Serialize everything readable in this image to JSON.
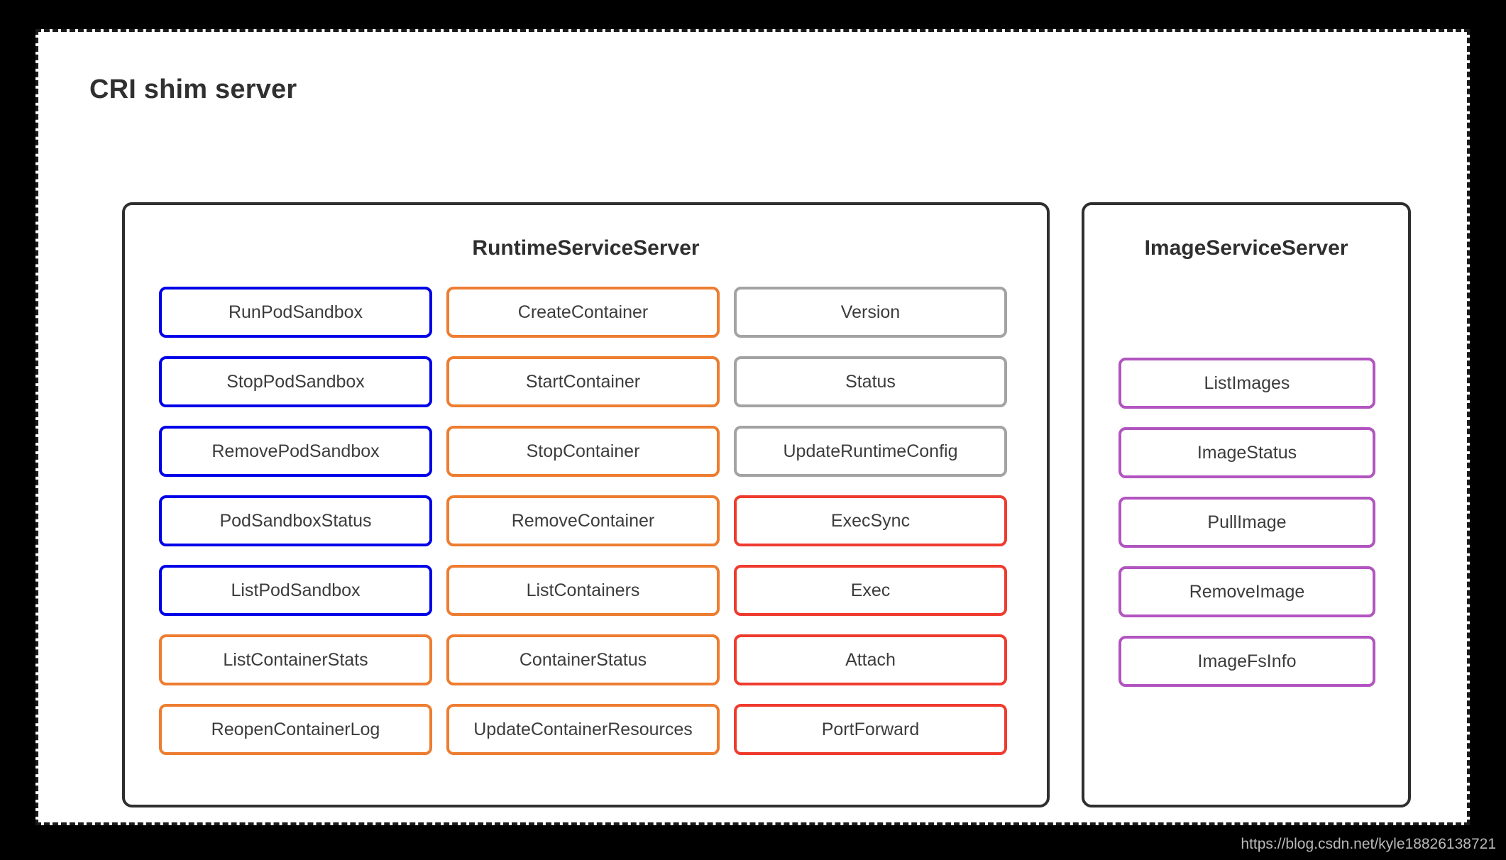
{
  "page": {
    "title": "CRI shim server",
    "background_color": "#000000",
    "card_background": "#ffffff",
    "watermark": "https://blog.csdn.net/kyle18826138721"
  },
  "colors": {
    "blue": "#0000e8",
    "orange": "#ed7d31",
    "gray": "#a3a3a3",
    "red": "#ee3b2e",
    "purple": "#b255c0",
    "panel_border": "#2f2f2f",
    "text": "#3c3c3c"
  },
  "panels": [
    {
      "id": "runtime-service-server",
      "title": "RuntimeServiceServer",
      "columns": [
        {
          "id": "column-1",
          "nodes": [
            {
              "label": "RunPodSandbox",
              "color": "blue"
            },
            {
              "label": "StopPodSandbox",
              "color": "blue"
            },
            {
              "label": "RemovePodSandbox",
              "color": "blue"
            },
            {
              "label": "PodSandboxStatus",
              "color": "blue"
            },
            {
              "label": "ListPodSandbox",
              "color": "blue"
            },
            {
              "label": "ListContainerStats",
              "color": "orange"
            },
            {
              "label": "ReopenContainerLog",
              "color": "orange"
            }
          ]
        },
        {
          "id": "column-2",
          "nodes": [
            {
              "label": "CreateContainer",
              "color": "orange"
            },
            {
              "label": "StartContainer",
              "color": "orange"
            },
            {
              "label": "StopContainer",
              "color": "orange"
            },
            {
              "label": "RemoveContainer",
              "color": "orange"
            },
            {
              "label": "ListContainers",
              "color": "orange"
            },
            {
              "label": "ContainerStatus",
              "color": "orange"
            },
            {
              "label": "UpdateContainerResources",
              "color": "orange"
            }
          ]
        },
        {
          "id": "column-3",
          "nodes": [
            {
              "label": "Version",
              "color": "gray"
            },
            {
              "label": "Status",
              "color": "gray"
            },
            {
              "label": "UpdateRuntimeConfig",
              "color": "gray"
            },
            {
              "label": "ExecSync",
              "color": "red"
            },
            {
              "label": "Exec",
              "color": "red"
            },
            {
              "label": "Attach",
              "color": "red"
            },
            {
              "label": "PortForward",
              "color": "red"
            }
          ]
        }
      ]
    },
    {
      "id": "image-service-server",
      "title": "ImageServiceServer",
      "columns": [
        {
          "id": "column-1",
          "nodes": [
            {
              "label": "ListImages",
              "color": "purple"
            },
            {
              "label": "ImageStatus",
              "color": "purple"
            },
            {
              "label": "PullImage",
              "color": "purple"
            },
            {
              "label": "RemoveImage",
              "color": "purple"
            },
            {
              "label": "ImageFsInfo",
              "color": "purple"
            }
          ]
        }
      ]
    }
  ]
}
